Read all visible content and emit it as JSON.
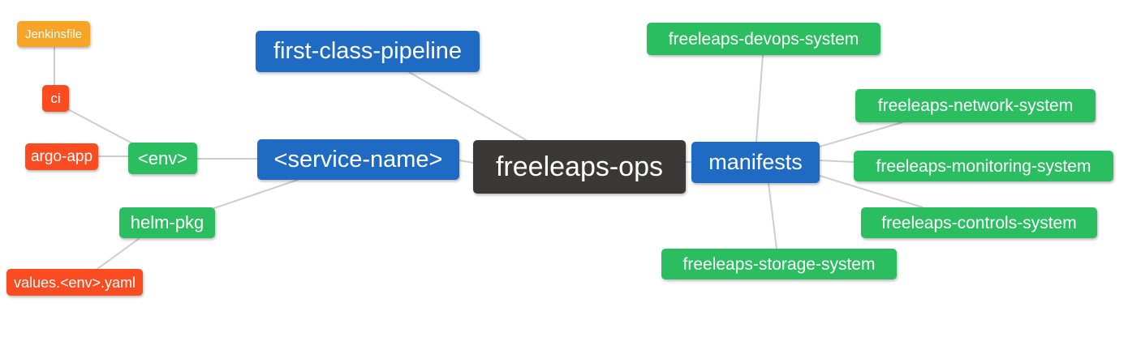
{
  "diagram": {
    "background": "#FFFFFF",
    "edge_color": "#CDCDCD",
    "palette": {
      "root": "#3B3838",
      "primary_branch": "#1F6BC4",
      "secondary_branch": "#2ABE60",
      "leaf_red": "#FB4B20",
      "leaf_orange": "#F8A426",
      "node_text": "#FFFFFF"
    },
    "nodes": [
      {
        "id": "jenkinsfile",
        "label": "Jenkinsfile",
        "color": "orange"
      },
      {
        "id": "ci",
        "label": "ci",
        "color": "red"
      },
      {
        "id": "argo-app",
        "label": "argo-app",
        "color": "red"
      },
      {
        "id": "env",
        "label": "<env>",
        "color": "green"
      },
      {
        "id": "helm-pkg",
        "label": "helm-pkg",
        "color": "green"
      },
      {
        "id": "values-env-yaml",
        "label": "values.<env>.yaml",
        "color": "red"
      },
      {
        "id": "service-name",
        "label": "<service-name>",
        "color": "blue"
      },
      {
        "id": "first-class-pipeline",
        "label": "first-class-pipeline",
        "color": "blue"
      },
      {
        "id": "freeleaps-ops",
        "label": "freeleaps-ops",
        "color": "dark"
      },
      {
        "id": "manifests",
        "label": "manifests",
        "color": "blue"
      },
      {
        "id": "devops-system",
        "label": "freeleaps-devops-system",
        "color": "green"
      },
      {
        "id": "network-system",
        "label": "freeleaps-network-system",
        "color": "green"
      },
      {
        "id": "monitoring-system",
        "label": "freeleaps-monitoring-system",
        "color": "green"
      },
      {
        "id": "controls-system",
        "label": "freeleaps-controls-system",
        "color": "green"
      },
      {
        "id": "storage-system",
        "label": "freeleaps-storage-system",
        "color": "green"
      }
    ],
    "edges": [
      {
        "from": "jenkinsfile",
        "to": "ci"
      },
      {
        "from": "ci",
        "to": "env"
      },
      {
        "from": "argo-app",
        "to": "env"
      },
      {
        "from": "env",
        "to": "service-name"
      },
      {
        "from": "helm-pkg",
        "to": "service-name"
      },
      {
        "from": "values-env-yaml",
        "to": "helm-pkg"
      },
      {
        "from": "service-name",
        "to": "freeleaps-ops"
      },
      {
        "from": "first-class-pipeline",
        "to": "freeleaps-ops"
      },
      {
        "from": "freeleaps-ops",
        "to": "manifests"
      },
      {
        "from": "manifests",
        "to": "devops-system"
      },
      {
        "from": "manifests",
        "to": "network-system"
      },
      {
        "from": "manifests",
        "to": "monitoring-system"
      },
      {
        "from": "manifests",
        "to": "controls-system"
      },
      {
        "from": "manifests",
        "to": "storage-system"
      }
    ]
  }
}
